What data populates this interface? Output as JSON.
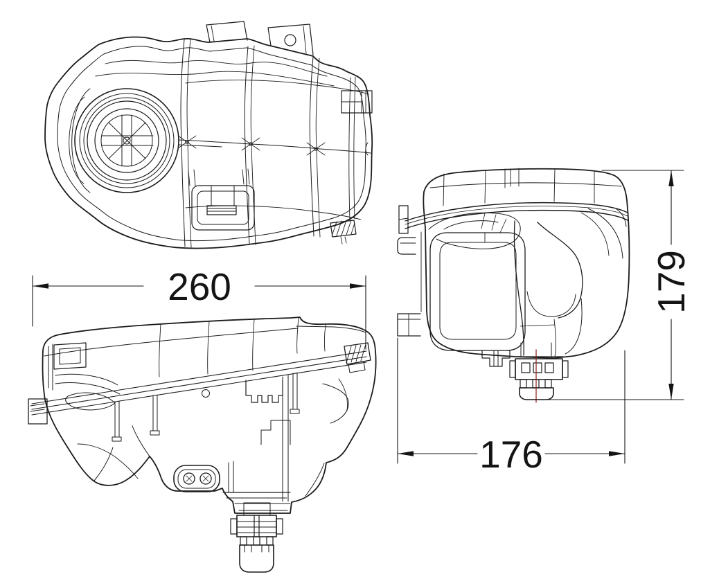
{
  "drawing": {
    "background_color": "#ffffff",
    "line_color": "#1b1b1b",
    "dimension_color": "#141414",
    "centerline_color": "#8a1c1c",
    "dimensions": {
      "width": {
        "value": "260"
      },
      "height": {
        "value": "179"
      },
      "depth": {
        "value": "176"
      }
    }
  }
}
